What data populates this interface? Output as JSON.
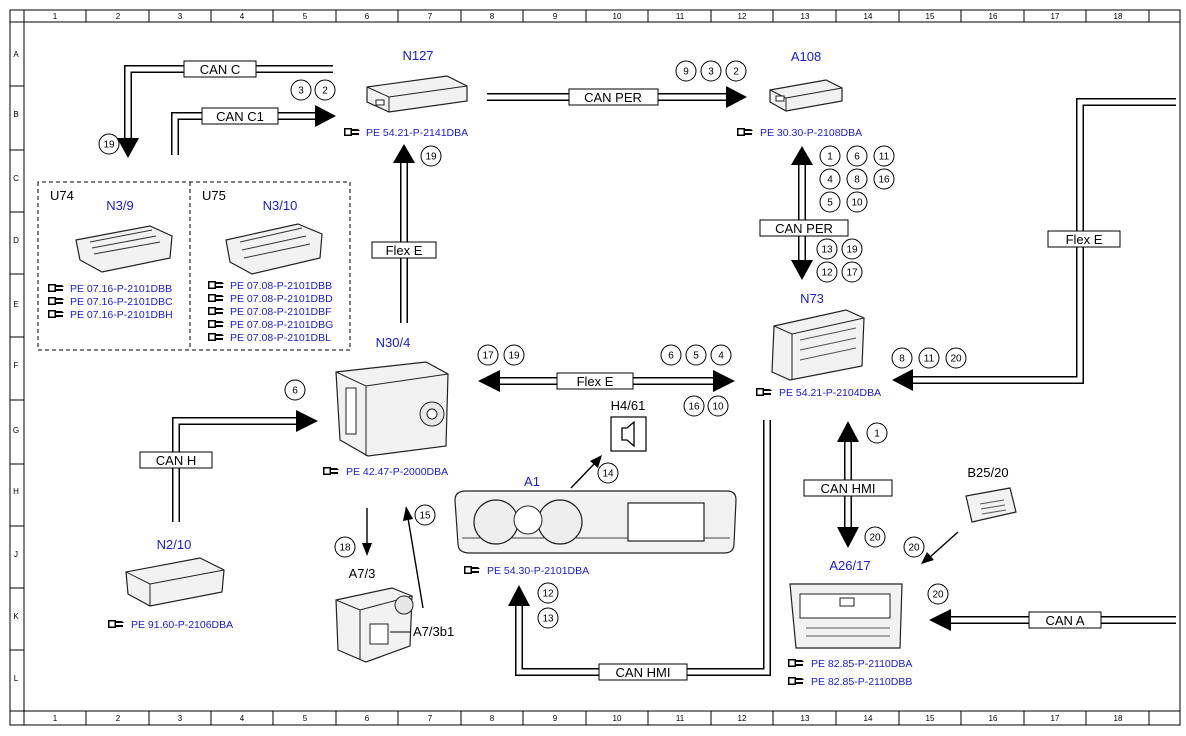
{
  "grid": {
    "columns": [
      "1",
      "2",
      "3",
      "4",
      "5",
      "6",
      "7",
      "8",
      "9",
      "10",
      "11",
      "12",
      "13",
      "14",
      "15",
      "16",
      "17",
      "18"
    ],
    "rows": [
      "A",
      "B",
      "C",
      "D",
      "E",
      "F",
      "G",
      "H",
      "J",
      "K",
      "L"
    ]
  },
  "buses": {
    "can_c": "CAN C",
    "can_c1": "CAN C1",
    "can_per_top": "CAN PER",
    "flex_e_left": "Flex E",
    "can_per_mid": "CAN PER",
    "flex_e_right": "Flex E",
    "flex_e_mid": "Flex E",
    "can_h": "CAN H",
    "can_hmi_right": "CAN HMI",
    "can_hmi_bottom": "CAN HMI",
    "can_a": "CAN A"
  },
  "components": {
    "n127": {
      "name": "N127",
      "ref": "PE 54.21-P-2141DBA"
    },
    "a108": {
      "name": "A108",
      "ref": "PE 30.30-P-2108DBA"
    },
    "u74": {
      "group": "U74",
      "name": "N3/9",
      "refs": [
        "PE 07.16-P-2101DBB",
        "PE 07.16-P-2101DBC",
        "PE 07.16-P-2101DBH"
      ]
    },
    "u75": {
      "group": "U75",
      "name": "N3/10",
      "refs": [
        "PE 07.08-P-2101DBB",
        "PE 07.08-P-2101DBD",
        "PE 07.08-P-2101DBF",
        "PE 07.08-P-2101DBG",
        "PE 07.08-P-2101DBL"
      ]
    },
    "n30_4": {
      "name": "N30/4",
      "ref": "PE 42.47-P-2000DBA"
    },
    "n73": {
      "name": "N73",
      "ref": "PE 54.21-P-2104DBA"
    },
    "h4_61": {
      "name": "H4/61"
    },
    "a1": {
      "name": "A1",
      "ref": "PE 54.30-P-2101DBA"
    },
    "n2_10": {
      "name": "N2/10",
      "ref": "PE 91.60-P-2106DBA"
    },
    "a7_3": {
      "name": "A7/3",
      "sub": "A7/3b1"
    },
    "b25_20": {
      "name": "B25/20"
    },
    "a26_17": {
      "name": "A26/17",
      "refs": [
        "PE 82.85-P-2110DBA",
        "PE 82.85-P-2110DBB"
      ]
    }
  },
  "markers": {
    "m_3_c1": "3",
    "m_2_c1": "2",
    "m_19_c": "19",
    "m_9_per": "9",
    "m_3_per": "3",
    "m_2_per": "2",
    "m_19_fx": "19",
    "a108_1": "1",
    "a108_6": "6",
    "a108_11": "11",
    "a108_4": "4",
    "a108_8": "8",
    "a108_16": "16",
    "a108_5": "5",
    "a108_10": "10",
    "n73_13": "13",
    "n73_19": "19",
    "n73_12": "12",
    "n73_17": "17",
    "fx_17": "17",
    "fx_19": "19",
    "fx_6": "6",
    "fx_5": "5",
    "fx_4": "4",
    "fx_16": "16",
    "fx_10": "10",
    "r_8": "8",
    "r_11": "11",
    "r_20": "20",
    "h_6": "6",
    "h4_14": "14",
    "a7_15": "15",
    "a7_18": "18",
    "hmi_1": "1",
    "hmi_20": "20",
    "b25_20m": "20",
    "a_20": "20",
    "a1_12": "12",
    "a1_13": "13"
  },
  "icons": {
    "ref_icon": "pointing-hand-book-icon",
    "speaker": "speaker-icon"
  }
}
